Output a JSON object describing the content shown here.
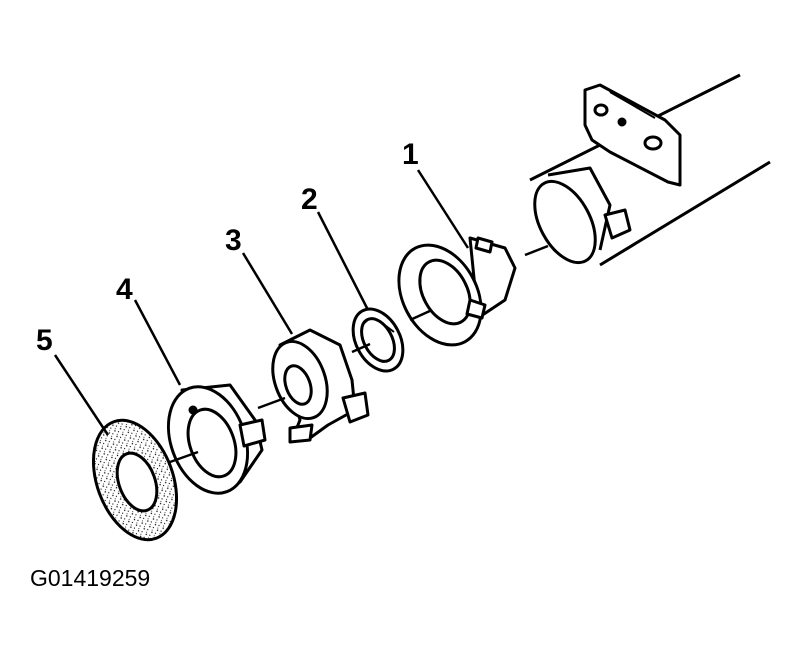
{
  "callouts": [
    {
      "number": "1",
      "part": "1"
    },
    {
      "number": "2",
      "part": "2"
    },
    {
      "number": "3",
      "part": "3"
    },
    {
      "number": "4",
      "part": "4"
    },
    {
      "number": "5",
      "part": "5"
    }
  ],
  "figure_id": "G01419259"
}
